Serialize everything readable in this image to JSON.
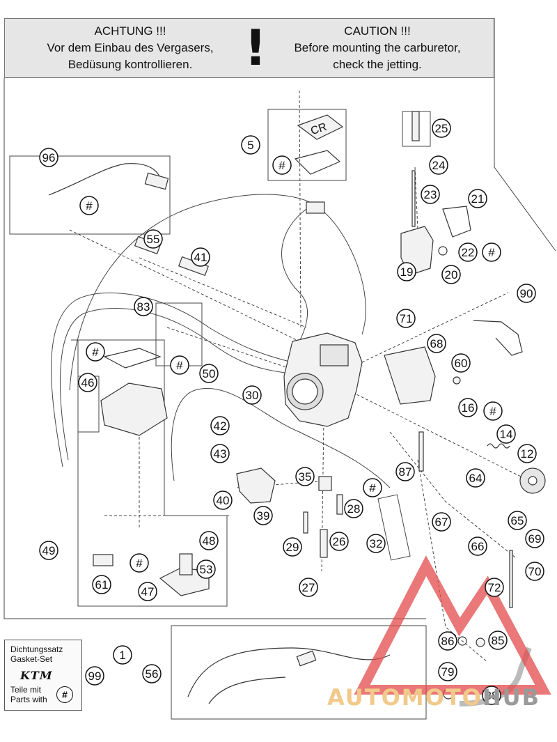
{
  "banner": {
    "de_line1": "ACHTUNG !!!",
    "de_line2": "Vor dem Einbau des Vergasers,",
    "de_line3": "Bedüsung kontrollieren.",
    "mark": "!",
    "en_line1": "CAUTION !!!",
    "en_line2": "Before mounting the carburetor,",
    "en_line3": "check the jetting."
  },
  "cover_label": "CR",
  "callouts": [
    "5",
    "96",
    "25",
    "24",
    "23",
    "21",
    "22",
    "19",
    "20",
    "55",
    "41",
    "83",
    "90",
    "71",
    "68",
    "60",
    "50",
    "46",
    "30",
    "16",
    "14",
    "12",
    "42",
    "43",
    "35",
    "87",
    "64",
    "40",
    "39",
    "28",
    "67",
    "65",
    "66",
    "69",
    "70",
    "49",
    "48",
    "29",
    "26",
    "32",
    "53",
    "61",
    "47",
    "27",
    "72",
    "1",
    "56",
    "99",
    "86",
    "85",
    "79",
    "88"
  ],
  "hash_symbol": "#",
  "gasket_kit": {
    "line1": "Dichtungssatz",
    "line2": "Gasket-Set",
    "logo": "KTM",
    "line3": "Teile mit",
    "line4": "Parts with"
  },
  "watermark": {
    "part1": "AUTOMOTO",
    "part2": "HUB"
  },
  "colors": {
    "banner_bg": "#e6e6e6",
    "watermark_red": "#e34b4b",
    "watermark_gold": "#f1c98a",
    "watermark_gray": "#9a9a9a"
  }
}
